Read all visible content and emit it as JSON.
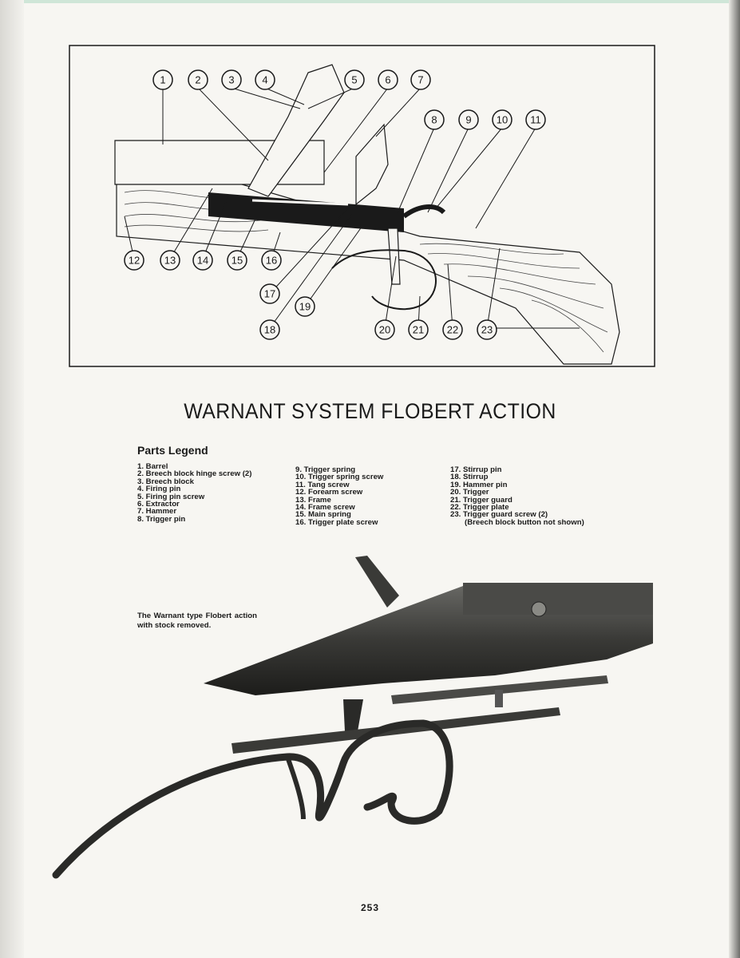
{
  "diagram": {
    "callouts": [
      {
        "number": "1"
      },
      {
        "number": "2"
      },
      {
        "number": "3"
      },
      {
        "number": "4"
      },
      {
        "number": "5"
      },
      {
        "number": "6"
      },
      {
        "number": "7"
      },
      {
        "number": "8"
      },
      {
        "number": "9"
      },
      {
        "number": "10"
      },
      {
        "number": "11"
      },
      {
        "number": "12"
      },
      {
        "number": "13"
      },
      {
        "number": "14"
      },
      {
        "number": "15"
      },
      {
        "number": "16"
      },
      {
        "number": "17"
      },
      {
        "number": "18"
      },
      {
        "number": "19"
      },
      {
        "number": "20"
      },
      {
        "number": "21"
      },
      {
        "number": "22"
      },
      {
        "number": "23"
      }
    ]
  },
  "title": "WARNANT SYSTEM FLOBERT ACTION",
  "legend": {
    "heading": "Parts Legend",
    "col1": [
      "1. Barrel",
      "2. Breech block hinge screw (2)",
      "3. Breech block",
      "4. Firing pin",
      "5. Firing pin screw",
      "6. Extractor",
      "7. Hammer",
      "8. Trigger pin"
    ],
    "col2": [
      "9. Trigger spring",
      "10. Trigger spring screw",
      "11. Tang screw",
      "12. Forearm screw",
      "13. Frame",
      "14. Frame screw",
      "15. Main spring",
      "16. Trigger plate screw"
    ],
    "col3": [
      "17. Stirrup pin",
      "18. Stirrup",
      "19. Hammer pin",
      "20. Trigger",
      "21. Trigger guard",
      "22. Trigger plate",
      "23. Trigger guard screw (2)",
      "(Breech block button not shown)"
    ]
  },
  "photo": {
    "caption": "The Warnant type Flobert action with stock removed."
  },
  "page_number": "253"
}
